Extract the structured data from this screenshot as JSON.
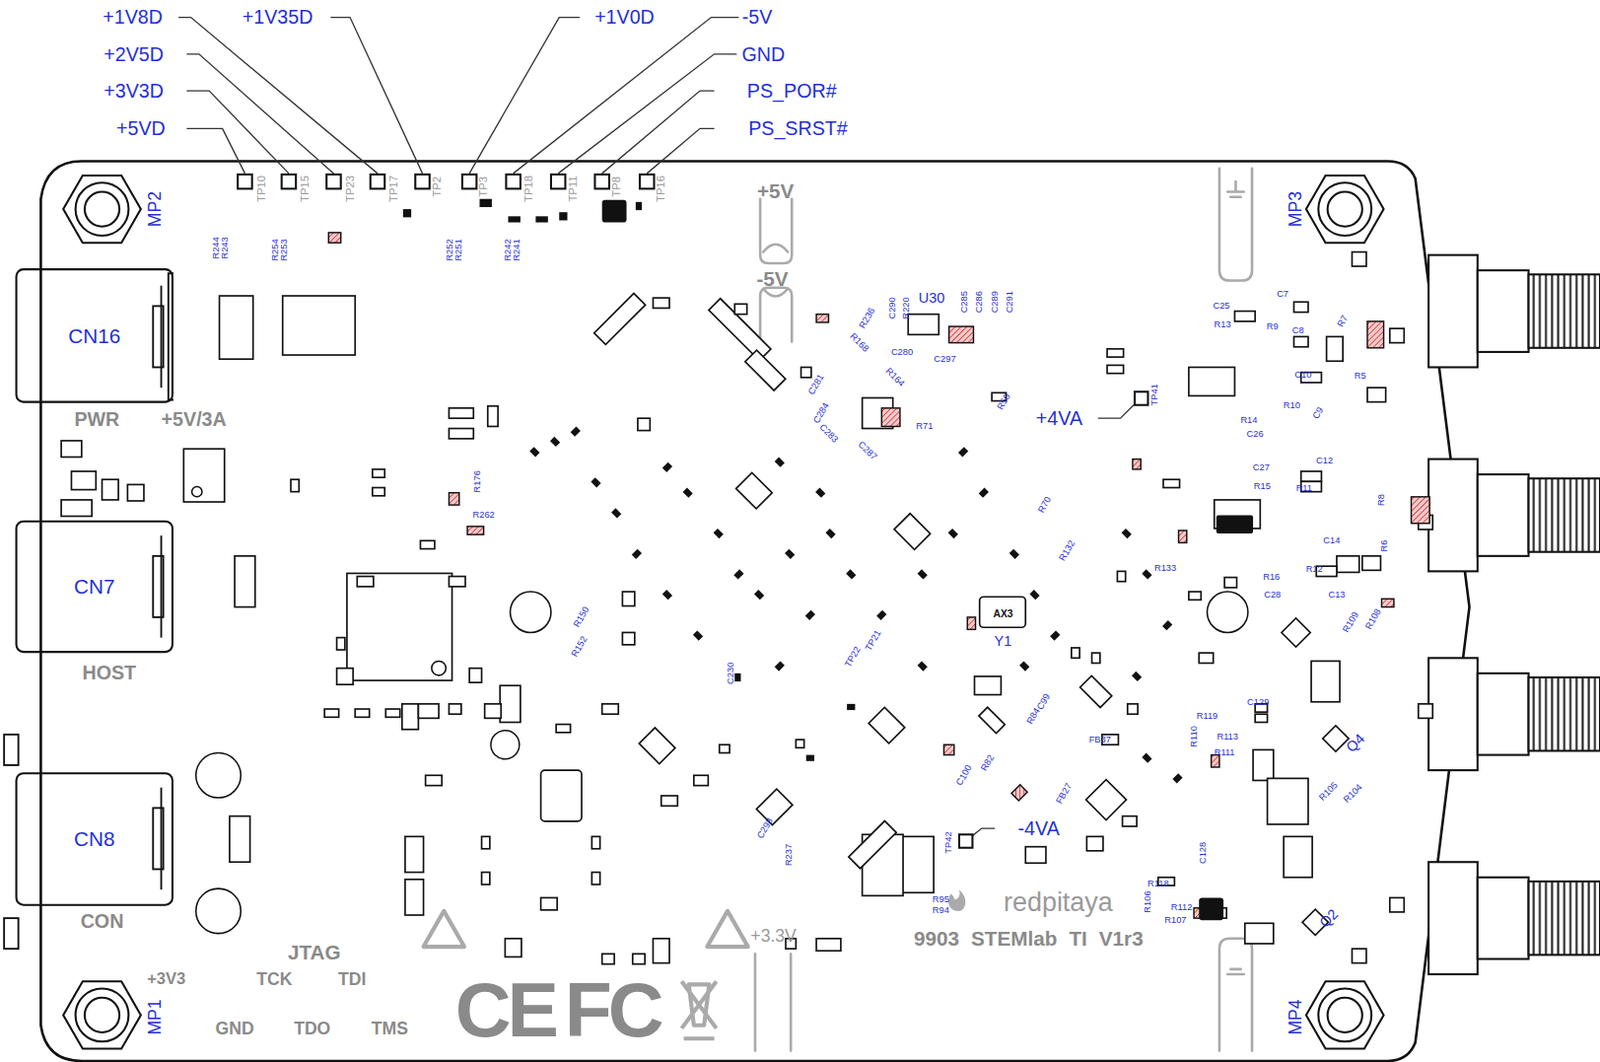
{
  "diagram": {
    "nodes": [
      {
        "text": [
          "CN16"
        ]
      },
      {
        "text": [
          "CN7"
        ]
      },
      {
        "text": [
          "CN8"
        ]
      }
    ],
    "labels": [
      "+1V8D",
      "+1V35D",
      "+1V0D",
      "-5V",
      "+2V5D",
      "GND",
      "+3V3D",
      "PS_POR#",
      "+5VD",
      "PS_SRST#",
      "TP10",
      "TP15",
      "TP23",
      "TP17",
      "TP2",
      "TP3",
      "TP18",
      "TP11",
      "TP8",
      "TP16",
      "MP2",
      "MP3",
      "R244",
      "R243",
      "R254",
      "R253",
      "R252",
      "R251",
      "R242",
      "R241",
      "+5V",
      "-5V",
      "U30",
      "C290",
      "R220",
      "R236",
      "C285",
      "C286",
      "C289",
      "C291",
      "R168",
      "C280",
      "C297",
      "R164",
      "PWR",
      "+5V/3A",
      "C281",
      "C284",
      "C283",
      "C287",
      "R71",
      "R50",
      "+4VA",
      "TP41",
      "C25",
      "R13",
      "C7",
      "R9",
      "C8",
      "R7",
      "C10",
      "R5",
      "R14",
      "C26",
      "R10",
      "C9",
      "C27",
      "C12",
      "R15",
      "R11",
      "R8",
      "R6",
      "C14",
      "R16",
      "R12",
      "C28",
      "C13",
      "R109",
      "R108",
      "R176",
      "R262",
      "R70",
      "R132",
      "R133",
      "R150",
      "R152",
      "AX3",
      "Y1",
      "TP21",
      "TP22",
      "C230",
      "HOST",
      "C129",
      "R119",
      "R110",
      "R113",
      "R111",
      "Q4",
      "C99",
      "R84",
      "FB37",
      "FB27",
      "R82",
      "C100",
      "R105",
      "R104",
      "-4VA",
      "TP42",
      "C298",
      "R237",
      "C128",
      "R118",
      "R106",
      "R112",
      "R107",
      "Q2",
      "R95",
      "R94",
      "redpitaya",
      "9903 STEMlab TI V1r3",
      "+3.3V",
      "CON",
      "JTAG",
      "+3V3",
      "TCK",
      "TDI",
      "GND",
      "TDO",
      "TMS",
      "MP1",
      "MP4",
      "CE",
      "FC"
    ]
  }
}
